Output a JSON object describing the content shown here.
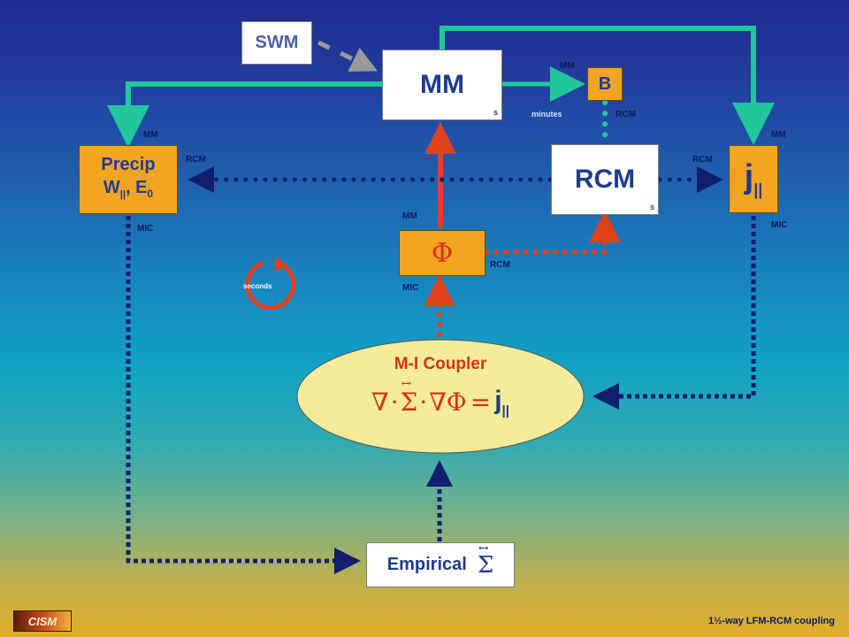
{
  "colors": {
    "green": "#1fc79a",
    "navy": "#0f1f6e",
    "red": "#e0401a",
    "gray": "#9a9a9a",
    "orange_box": "#f2a521",
    "ellipse": "#f4ec9a"
  },
  "boxes": {
    "swm": "SWM",
    "mm": "MM",
    "mm_sub": "s",
    "b": "B",
    "rcm": "RCM",
    "rcm_sub": "s",
    "precip_line1": "Precip",
    "precip_w": "W",
    "precip_w_sub": "||",
    "precip_e": ", E",
    "precip_e_sub": "0",
    "j": "j",
    "j_sub": "||",
    "phi": "Φ",
    "empirical": "Empirical",
    "empirical_symbol": "Σ",
    "empirical_arrow": "↔"
  },
  "coupler": {
    "title": "M-I Coupler",
    "eq_nabla1": "∇",
    "eq_dot1": "·",
    "eq_sigma": "Σ",
    "eq_arrow": "↔",
    "eq_dot2": "·",
    "eq_nabla2": "∇",
    "eq_phi": "Φ",
    "eq_equals": "=",
    "eq_j": "j",
    "eq_j_sub": "||"
  },
  "labels": {
    "mm_b": "MM",
    "minutes": "minutes",
    "rcm_b": "RCM",
    "mm_precip": "MM",
    "rcm_precip": "RCM",
    "rcm_j": "RCM",
    "mm_j": "MM",
    "mic_precip": "MIC",
    "mic_j": "MIC",
    "mm_phi": "MM",
    "rcm_phi": "RCM",
    "mic_phi": "MIC",
    "seconds": "seconds"
  },
  "footer": {
    "caption": "1½-way LFM-RCM coupling",
    "logo": "CISM"
  }
}
